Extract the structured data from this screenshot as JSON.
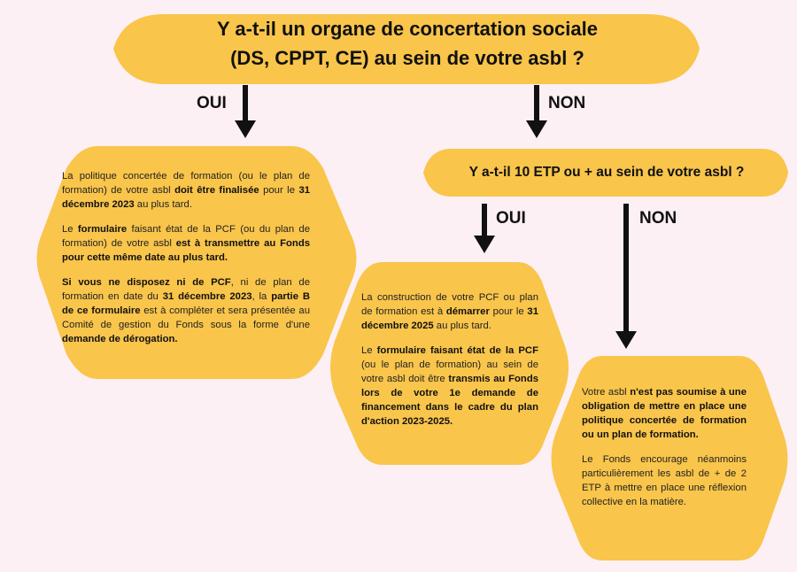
{
  "question1": {
    "line1": "Y a-t-il un organe de concertation sociale",
    "line2": "(DS, CPPT, CE) au sein de votre asbl ?"
  },
  "question1_yes": "OUI",
  "question1_no": "NON",
  "question2": {
    "text": "Y a-t-il 10 ETP ou + au sein de votre asbl ?"
  },
  "question2_yes": "OUI",
  "question2_no": "NON",
  "box_left": {
    "p1": [
      "La politique concertée de formation (ou le plan de formation) de votre asbl ",
      "doit être finalisée",
      " pour le ",
      "31 décembre 2023",
      " au plus tard."
    ],
    "p2": [
      "Le ",
      "formulaire",
      " faisant état de la PCF (ou du plan de formation) de votre asbl ",
      "est à transmettre au Fonds pour cette même date au plus tard."
    ],
    "p3": [
      "Si vous ne disposez ni de PCF",
      ", ni de plan de formation en date du ",
      "31 décembre 2023",
      ", la ",
      "partie B de ce formulaire",
      " est à compléter et sera présentée au Comité de gestion du Fonds sous la forme d'une ",
      "demande de dérogation."
    ]
  },
  "box_mid": {
    "p1": [
      "La construction de votre PCF ou plan de formation est à ",
      "démarrer",
      " pour le ",
      "31 décembre 2025",
      " au plus tard."
    ],
    "p2": [
      "Le ",
      "formulaire faisant état de la PCF",
      " (ou le plan de formation) au sein de votre asbl doit être ",
      "transmis au Fonds lors de votre 1e demande de financement dans le cadre du plan d'action 2023-2025."
    ]
  },
  "box_right": {
    "p1": [
      "Votre asbl ",
      "n'est pas soumise à une obligation de mettre en place une politique concertée de formation ou un plan de formation."
    ],
    "p2": [
      "Le Fonds encourage néanmoins particulièrement les asbl de + de 2 ETP à mettre en place une réflexion collective en la matière."
    ]
  },
  "colors": {
    "shape": "#f9c54b",
    "background": "#fdf0f4",
    "arrow": "#111111"
  }
}
